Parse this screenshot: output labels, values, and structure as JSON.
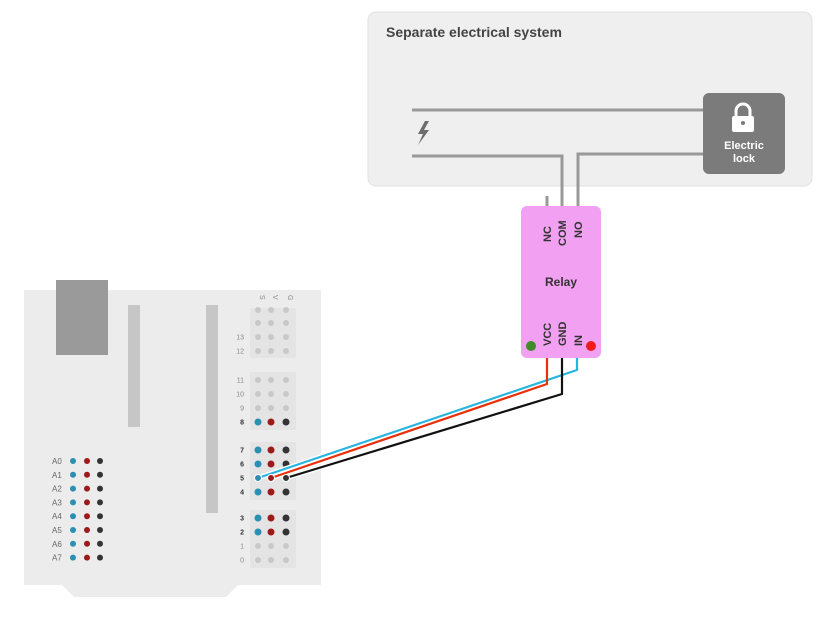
{
  "system": {
    "title": "Separate electrical system",
    "bolt_icon": "lightning-bolt-icon",
    "lock": {
      "icon": "padlock-icon",
      "label_line1": "Electric",
      "label_line2": "lock"
    }
  },
  "relay": {
    "title": "Relay",
    "top_pins": [
      "NC",
      "COM",
      "NO"
    ],
    "bottom_pins": [
      "VCC",
      "GND",
      "IN"
    ],
    "led_colors": {
      "left": "#3e8c2a",
      "right": "#ee1c1c"
    },
    "body_color": "#f2a0f2"
  },
  "board": {
    "header_labels": [
      "S",
      "V",
      "G"
    ],
    "digital_pins": [
      "13",
      "12",
      "11",
      "10",
      "9",
      "8",
      "7",
      "6",
      "5",
      "4",
      "3",
      "2",
      "1",
      "0"
    ],
    "analog_pins": [
      "A0",
      "A1",
      "A2",
      "A3",
      "A4",
      "A5",
      "A6",
      "A7"
    ],
    "active_digital_pins": [
      "8",
      "7",
      "6",
      "5",
      "4",
      "3",
      "2"
    ]
  },
  "wires": {
    "colors": {
      "signal": "#28b4e0",
      "power": "#e8300c",
      "ground": "#111111"
    },
    "connections": [
      {
        "from": "relay.IN",
        "to": "board.5.S",
        "color": "signal"
      },
      {
        "from": "relay.VCC",
        "to": "board.5.V",
        "color": "power"
      },
      {
        "from": "relay.GND",
        "to": "board.5.G",
        "color": "ground"
      }
    ]
  },
  "pin_colors": {
    "signal": "#2b8fb3",
    "power": "#9c1a1a",
    "ground": "#333333",
    "inactive": "#c8c8c8"
  }
}
